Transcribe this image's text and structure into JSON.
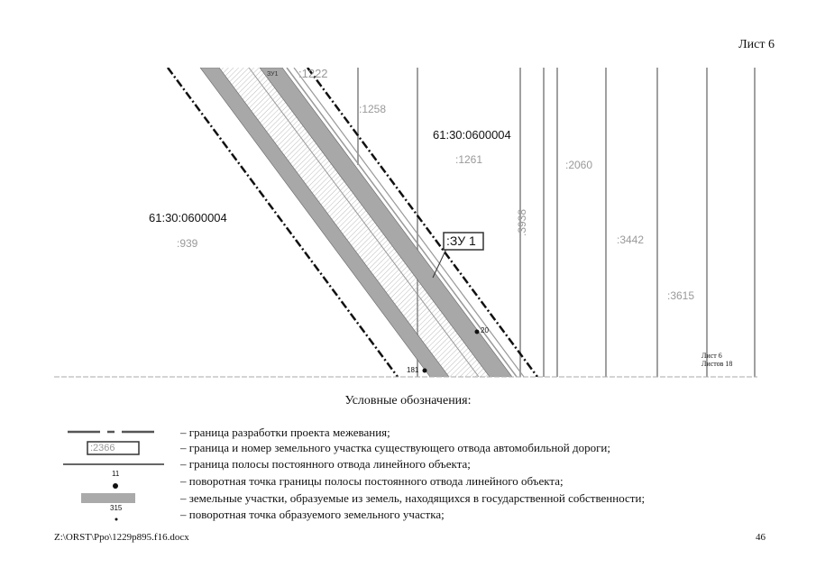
{
  "header": {
    "sheet": "Лист 6"
  },
  "map": {
    "quarter_labels": [
      "61:30:0600004",
      "61:30:0600004"
    ],
    "parcels": [
      ":1222",
      ":1258",
      ":1261",
      ":939",
      ":3938",
      ":2060",
      ":3442",
      ":3615"
    ],
    "zu_small": "ЗУ1",
    "zu_label": ":ЗУ 1",
    "points": [
      "20",
      "181"
    ],
    "stamp": {
      "sheet": "Лист 6",
      "sheets": "Листов 18"
    },
    "colors": {
      "band": "#a8a8a8",
      "parcel_line": "#a0a0a0",
      "boundary": "#111111"
    }
  },
  "legend": {
    "title": "Условные обозначения:",
    "sample_label": ":2366",
    "point1": "11",
    "point2": "315",
    "items": [
      "–  граница разработки проекта межевания;",
      "–  граница и номер земельного участка существующего отвода автомобильной дороги;",
      "–  граница полосы постоянного отвода линейного объекта;",
      "–  поворотная точка границы полосы постоянного отвода линейного объекта;",
      "–  земельные участки, образуемые из земель, находящихся в государственной собственности;",
      "–  поворотная точка образуемого земельного участка;"
    ]
  },
  "footer": {
    "path": "Z:\\ORST\\Ppo\\1229p895.f16.docx",
    "page": "46"
  }
}
